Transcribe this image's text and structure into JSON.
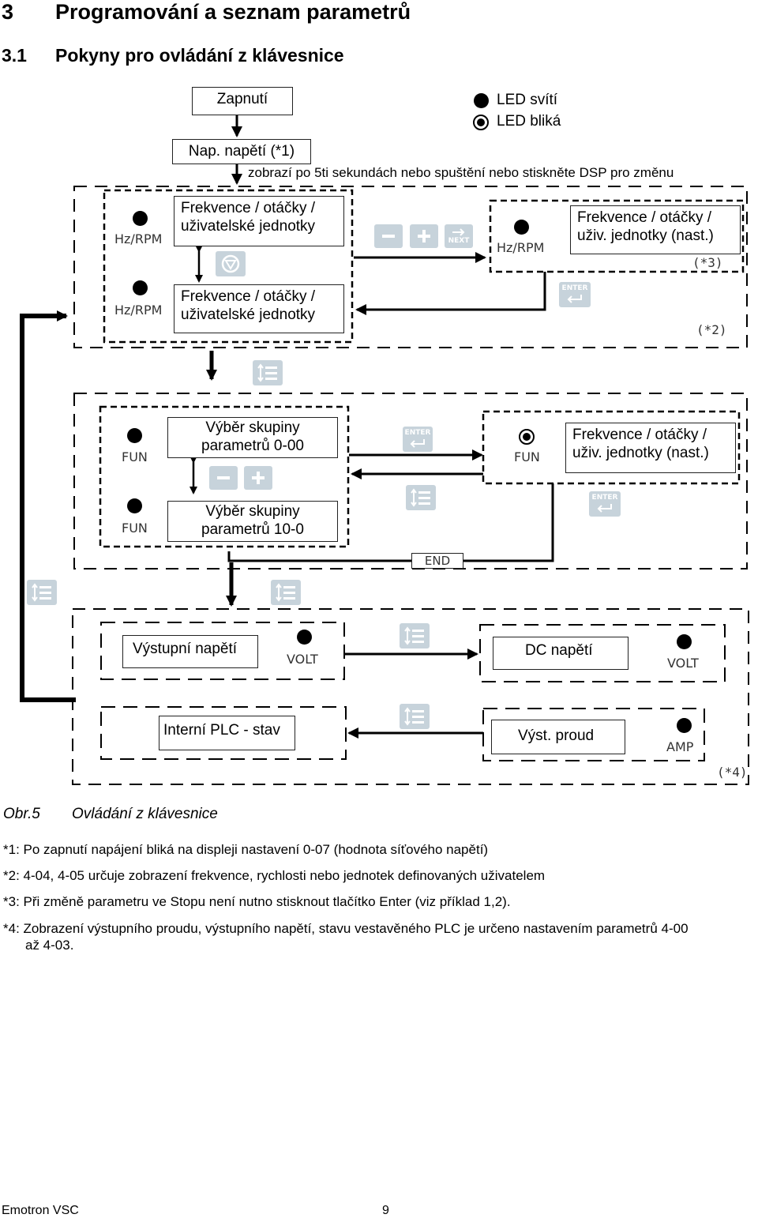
{
  "heading": {
    "number": "3",
    "title": "Programování a seznam parametrů"
  },
  "subheading": {
    "number": "3.1",
    "title": "Pokyny pro ovládání z klávesnice"
  },
  "legend": {
    "led_on": "LED svítí",
    "led_blink": "LED bliká"
  },
  "diagram": {
    "power_on": "Zapnutí",
    "voltage": "Nap. napětí (*1)",
    "display_note": "zobrazí po 5ti sekundách nebo spuštění nebo stiskněte DSP pro změnu",
    "freq_user_1": "Frekvence / otáčky / uživatelské jednotky",
    "freq_user_2": "Frekvence / otáčky / uživatelské jednotky",
    "freq_set_1": "Frekvence / otáčky / uživ. jednotky (nast.)",
    "freq_set_2": "Frekvence / otáčky / uživ. jednotky (nast.)",
    "unit_hz_rpm": "Hz/RPM",
    "unit_fun": "FUN",
    "unit_volt": "VOLT",
    "unit_amp": "AMP",
    "note_3": "(*3)",
    "note_2": "(*2)",
    "note_4": "(*4)",
    "group_0": "Výběr skupiny parametrů 0-00",
    "group_10": "Výběr skupiny parametrů 10-0",
    "output_voltage": "Výstupní napětí",
    "dc_voltage": "DC napětí",
    "plc_status": "Interní PLC - stav",
    "output_current": "Výst. proud",
    "key_enter": "ENTER",
    "key_next": "NEXT",
    "key_end": "END"
  },
  "caption": {
    "label": "Obr.5",
    "text": "Ovládání z klávesnice"
  },
  "footnotes": [
    "*1: Po zapnutí napájení bliká na displeji nastavení 0-07 (hodnota síťového napětí)",
    "*2: 4-04, 4-05 určuje zobrazení frekvence, rychlosti nebo jednotek definovaných uživatelem",
    "*3: Při změně parametru ve Stopu není nutno stisknout tlačítko Enter (viz příklad 1,2).",
    "*4: Zobrazení výstupního proudu, výstupního napětí, stavu vestavěného PLC je určeno nastavením parametrů 4-00",
    "až 4-03."
  ],
  "footer": {
    "product": "Emotron VSC",
    "page": "9"
  }
}
